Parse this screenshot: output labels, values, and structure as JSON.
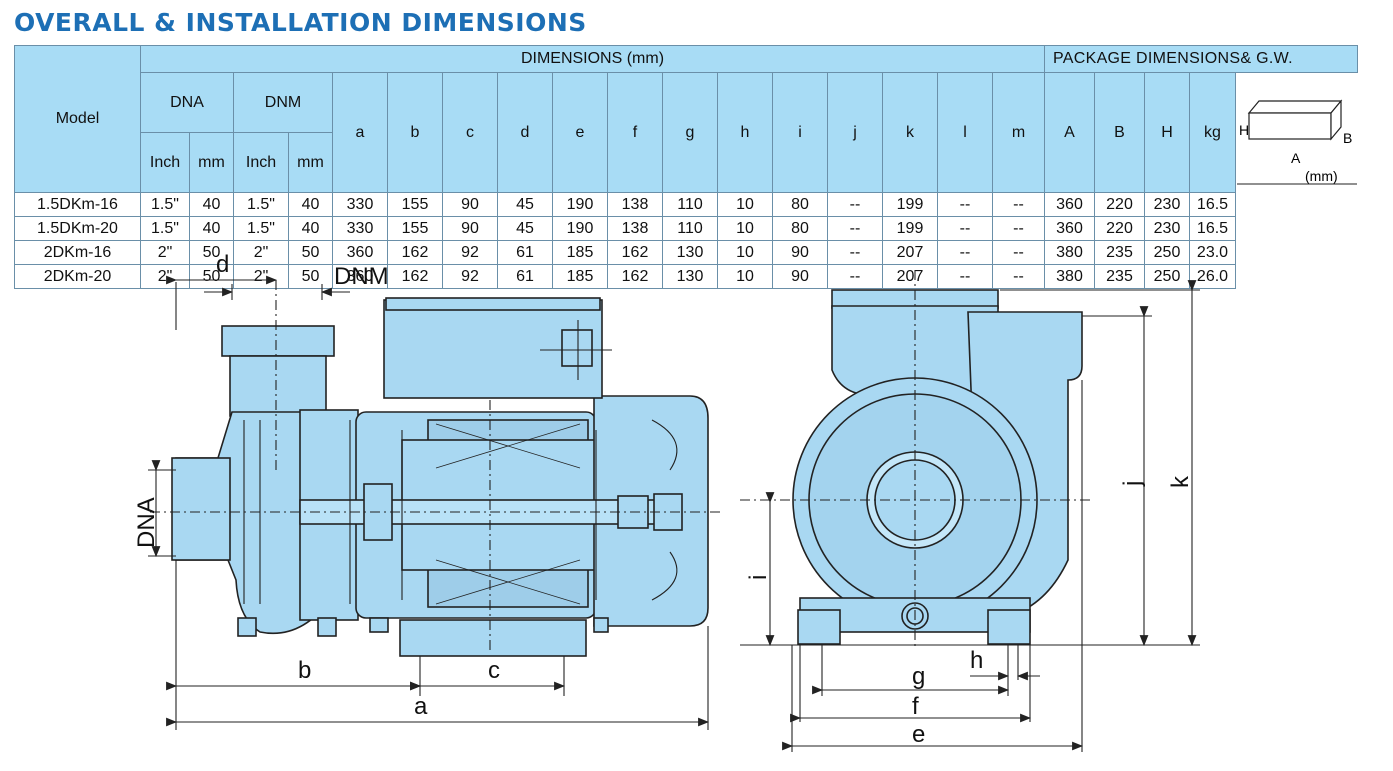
{
  "title": "OVERALL & INSTALLATION DIMENSIONS",
  "table": {
    "model_header": "Model",
    "dimensions_header": "DIMENSIONS (mm)",
    "package_header": "PACKAGE DIMENSIONS& G.W.",
    "dna_header": "DNA",
    "dnm_header": "DNM",
    "unit_inch": "Inch",
    "unit_mm": "mm",
    "dim_cols": [
      "a",
      "b",
      "c",
      "d",
      "e",
      "f",
      "g",
      "h",
      "i",
      "j",
      "k",
      "l",
      "m"
    ],
    "pkg_cols": [
      "A",
      "B",
      "H",
      "kg"
    ],
    "rows": [
      [
        "1.5DKm-16",
        "1.5\"",
        "40",
        "1.5\"",
        "40",
        "330",
        "155",
        "90",
        "45",
        "190",
        "138",
        "110",
        "10",
        "80",
        "--",
        "199",
        "--",
        "--",
        "360",
        "220",
        "230",
        "16.5"
      ],
      [
        "1.5DKm-20",
        "1.5\"",
        "40",
        "1.5\"",
        "40",
        "330",
        "155",
        "90",
        "45",
        "190",
        "138",
        "110",
        "10",
        "80",
        "--",
        "199",
        "--",
        "--",
        "360",
        "220",
        "230",
        "16.5"
      ],
      [
        "2DKm-16",
        "2\"",
        "50",
        "2\"",
        "50",
        "360",
        "162",
        "92",
        "61",
        "185",
        "162",
        "130",
        "10",
        "90",
        "--",
        "207",
        "--",
        "--",
        "380",
        "235",
        "250",
        "23.0"
      ],
      [
        "2DKm-20",
        "2\"",
        "50",
        "2\"",
        "50",
        "360",
        "162",
        "92",
        "61",
        "185",
        "162",
        "130",
        "10",
        "90",
        "--",
        "207",
        "--",
        "--",
        "380",
        "235",
        "250",
        "26.0"
      ]
    ],
    "box_labels": {
      "h": "H",
      "b": "B",
      "a": "A",
      "unit": "(mm)"
    }
  },
  "drawing_labels": {
    "d": "d",
    "dnm": "DNM",
    "dna": "DNA",
    "b": "b",
    "c": "c",
    "a": "a",
    "i": "i",
    "j": "j",
    "k": "k",
    "g": "g",
    "h": "h",
    "f": "f",
    "e": "e"
  },
  "colors": {
    "title": "#1d6fb5",
    "header_fill": "#a8dcf5",
    "pump_fill": "#a9d8f2",
    "line": "#222222"
  }
}
